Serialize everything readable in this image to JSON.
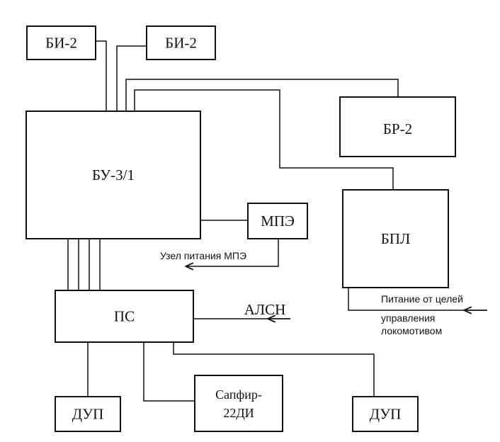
{
  "blocks": {
    "bi2_left": "БИ-2",
    "bi2_right": "БИ-2",
    "bu31": "БУ-3/1",
    "br2": "БР-2",
    "bpl": "БПЛ",
    "mpe": "МПЭ",
    "ps": "ПС",
    "dup_left": "ДУП",
    "dup_right": "ДУП",
    "sapfir_line1": "Сапфир-",
    "sapfir_line2": "22ДИ"
  },
  "labels": {
    "mpe_power": "Узел питания МПЭ",
    "alsn": "АЛСН",
    "loco_power_line1": "Питание от целей",
    "loco_power_line2": "управления",
    "loco_power_line3": "локомотивом"
  }
}
